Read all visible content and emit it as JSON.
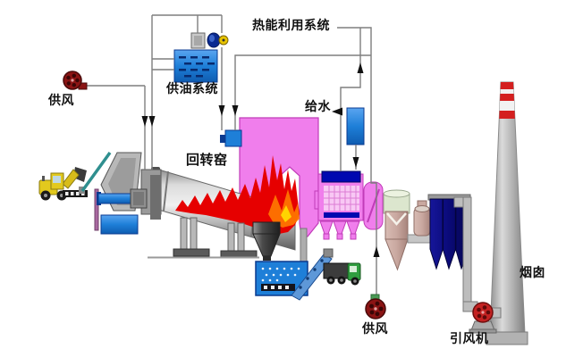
{
  "diagram": {
    "labels": {
      "air_supply_left": "供风",
      "oil_supply_system": "供油系统",
      "heat_utilization_system": "热能利用系统",
      "feed_water": "给水",
      "rotary_kiln": "回转窑",
      "air_supply_bottom": "供风",
      "induced_draft_fan": "引风机",
      "chimney": "烟囱"
    },
    "colors": {
      "chamber_pink": "#F07EEC",
      "chamber_stroke": "#C03CB8",
      "equipment_blue": "#1E7FD8",
      "equipment_blue_stroke": "#0A3A90",
      "plate_navy": "#0008B0",
      "bagfilter_navy": "#0A0A78",
      "cyclone_body": "#C9A8A0",
      "cyclone_top": "#DCE6CE",
      "fan_dark_red": "#8B1414",
      "fan_bright_red": "#C42222",
      "chimney_band_red": "#D42020",
      "flame_red": "#E60000",
      "flame_orange": "#FF7A00",
      "flame_yellow": "#FFD400",
      "line_grey": "#7E7E7E"
    }
  }
}
